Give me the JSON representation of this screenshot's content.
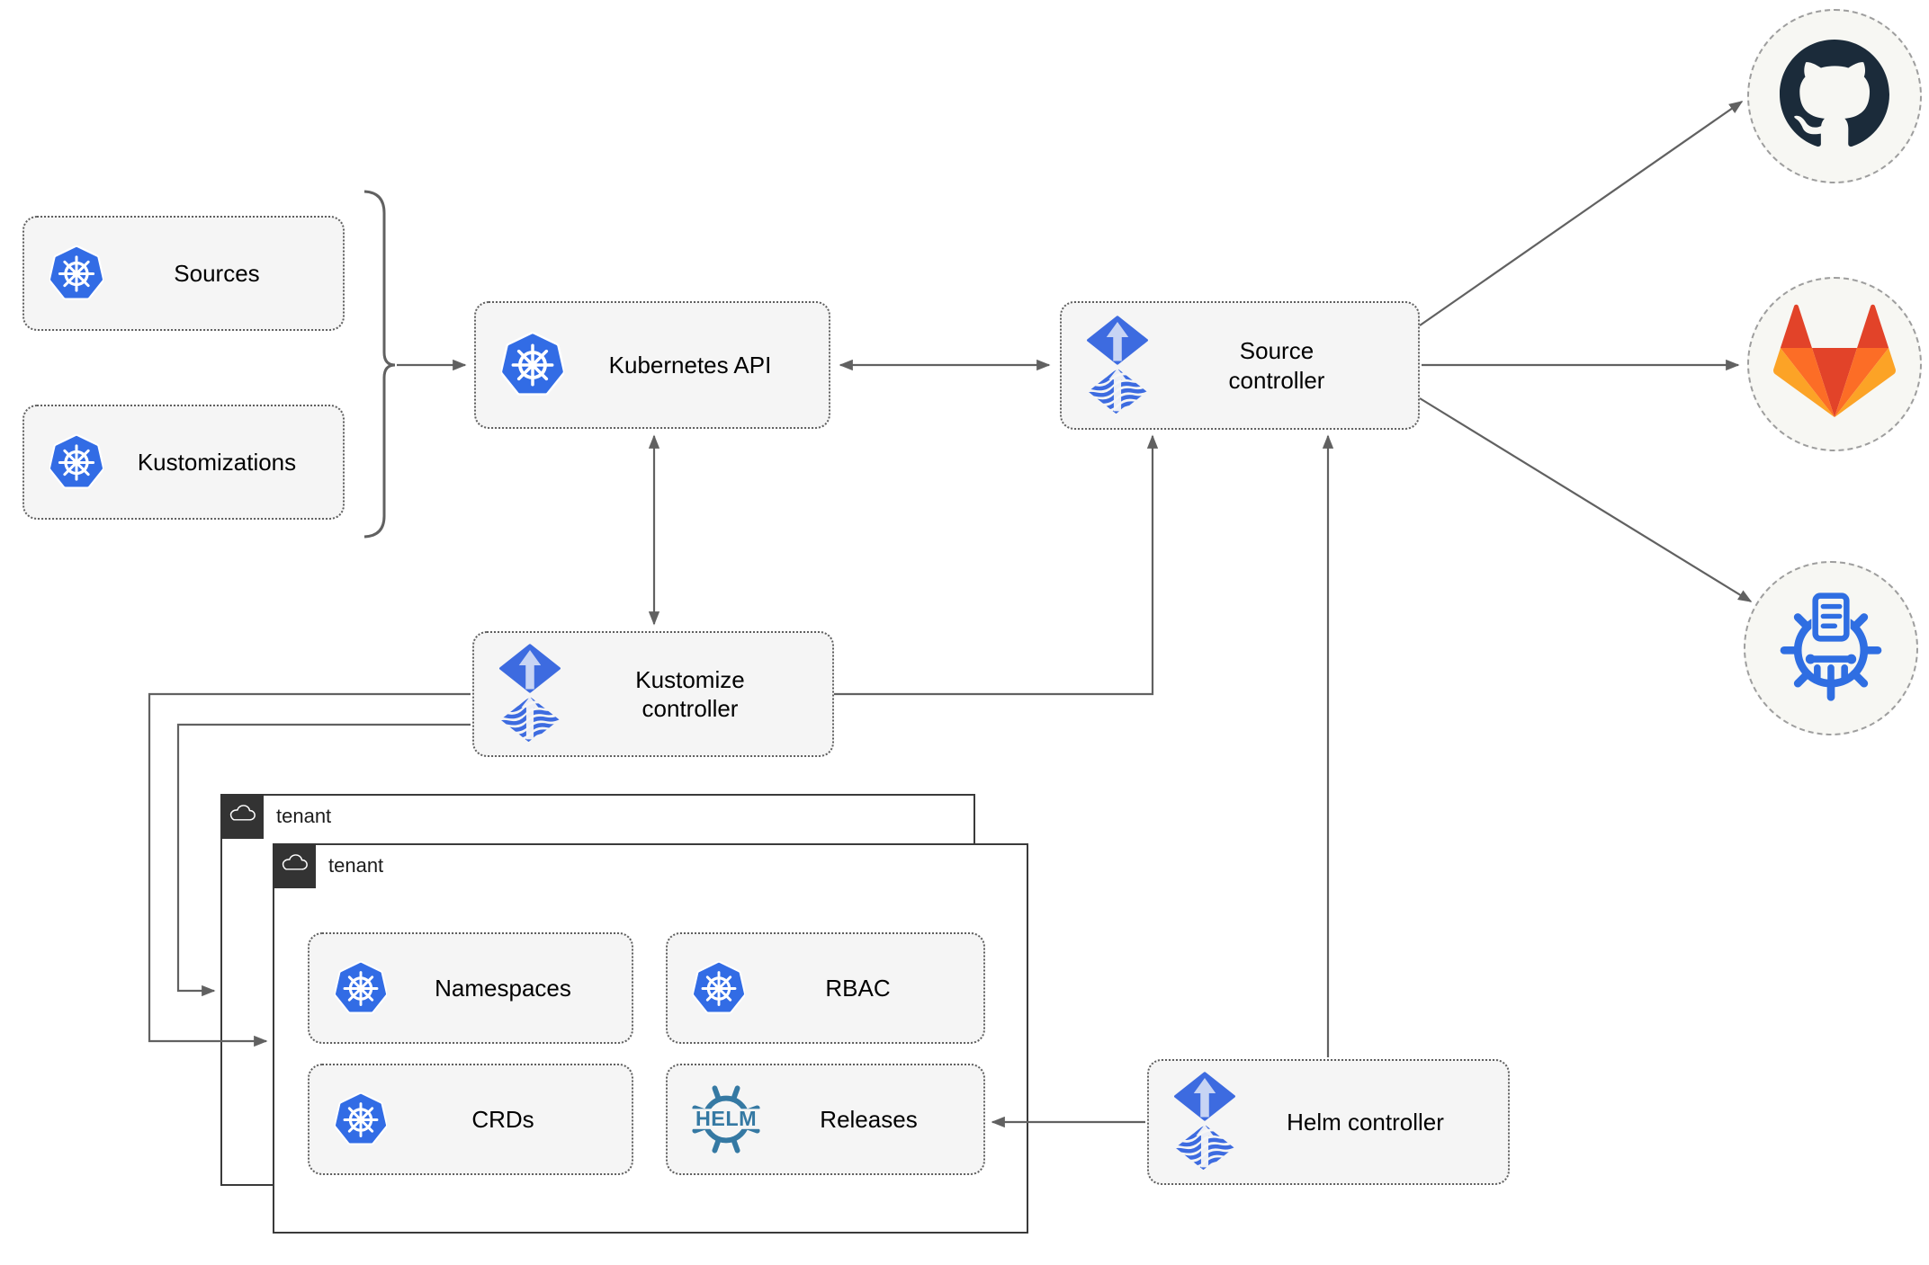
{
  "nodes": {
    "sources": {
      "label": "Sources"
    },
    "kustomizations": {
      "label": "Kustomizations"
    },
    "kubernetes_api": {
      "label": "Kubernetes API"
    },
    "source_controller": {
      "label": "Source controller"
    },
    "kustomize_controller": {
      "label": "Kustomize controller"
    },
    "helm_controller": {
      "label": "Helm controller"
    },
    "namespaces": {
      "label": "Namespaces"
    },
    "rbac": {
      "label": "RBAC"
    },
    "crds": {
      "label": "CRDs"
    },
    "releases": {
      "label": "Releases"
    }
  },
  "groups": {
    "outer_tenant": {
      "label": "tenant"
    },
    "inner_tenant": {
      "label": "tenant"
    }
  },
  "icons": {
    "kubernetes": "kubernetes-icon",
    "flux": "flux-icon",
    "helm_text": "HELM",
    "cloud": "cloud-icon",
    "github": "github-icon",
    "gitlab": "gitlab-icon",
    "helm_repository": "chartmuseum-icon"
  },
  "edges": [
    {
      "from": "sources+kustomizations",
      "to": "kubernetes_api",
      "arrow": "end"
    },
    {
      "from": "kubernetes_api",
      "to": "source_controller",
      "arrow": "both"
    },
    {
      "from": "kubernetes_api",
      "to": "kustomize_controller",
      "arrow": "both"
    },
    {
      "from": "kustomize_controller",
      "to": "source_controller",
      "arrow": "end"
    },
    {
      "from": "helm_controller",
      "to": "source_controller",
      "arrow": "end"
    },
    {
      "from": "kustomize_controller",
      "to": "outer_tenant",
      "arrow": "end"
    },
    {
      "from": "kustomize_controller",
      "to": "inner_tenant",
      "arrow": "end"
    },
    {
      "from": "helm_controller",
      "to": "releases",
      "arrow": "end"
    },
    {
      "from": "source_controller",
      "to": "github",
      "arrow": "end"
    },
    {
      "from": "source_controller",
      "to": "gitlab",
      "arrow": "end"
    },
    {
      "from": "source_controller",
      "to": "helm_repository",
      "arrow": "end"
    }
  ],
  "colors": {
    "k8s_blue": "#326CE5",
    "flux_blue": "#3D6BE0",
    "flux_arrow_light": "#C7D4F4",
    "helm_steel_blue": "#3579A3",
    "github_dark": "#1B2B3A",
    "chartmuseum_blue": "#2F6EE2",
    "gitlab_red_orange": "#E24329",
    "gitlab_orange": "#FC6D26",
    "gitlab_yellow": "#FCA326",
    "connector_gray": "#616161",
    "node_fill": "#F5F5F5",
    "node_border": "#5F5F5F",
    "tenant_dark": "#333333",
    "circle_fill": "#F7F7F3"
  }
}
